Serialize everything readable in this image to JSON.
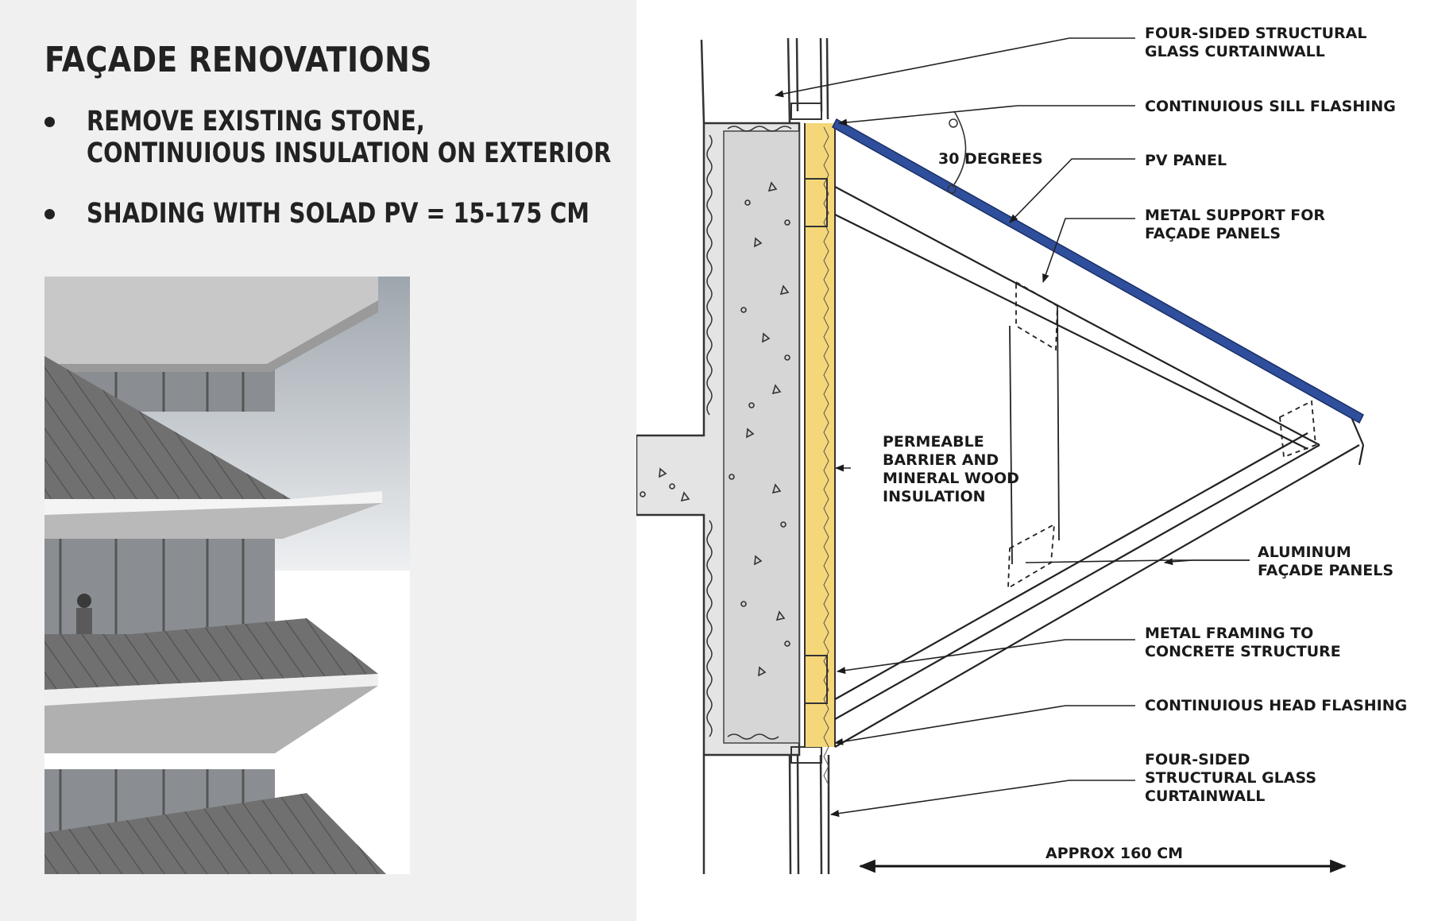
{
  "title": "FAÇADE RENOVATIONS",
  "bullets": [
    {
      "line1": "REMOVE EXISTING STONE,",
      "line2": "CONTINUIOUS INSULATION ON EXTERIOR"
    },
    {
      "line1": "SHADING WITH SOLAD PV = 15-175 CM"
    }
  ],
  "diagram": {
    "angle_label": "30 DEGREES",
    "dimension_label": "APPROX 160 CM",
    "callouts_right": [
      {
        "line1": "FOUR-SIDED STRUCTURAL",
        "line2": "GLASS CURTAINWALL"
      },
      {
        "line1": "CONTINUIOUS SILL FLASHING"
      },
      {
        "line1": "PV PANEL"
      },
      {
        "line1": "METAL SUPPORT FOR",
        "line2": "FAÇADE PANELS"
      },
      {
        "line1": "ALUMINUM",
        "line2": "FAÇADE PANELS"
      },
      {
        "line1": "METAL FRAMING TO",
        "line2": "CONCRETE STRUCTURE"
      },
      {
        "line1": "CONTINUIOUS HEAD FLASHING"
      },
      {
        "line1": "FOUR-SIDED",
        "line2": "STRUCTURAL GLASS",
        "line3": "CURTAINWALL"
      }
    ],
    "callout_insulation": {
      "line1": "PERMEABLE",
      "line2": "BARRIER AND",
      "line3": "MINERAL WOOD",
      "line4": "INSULATION"
    },
    "colors": {
      "pv_panel": "#2f4f9c",
      "insulation": "#f5d77a",
      "concrete": "#e4e4e4"
    }
  }
}
